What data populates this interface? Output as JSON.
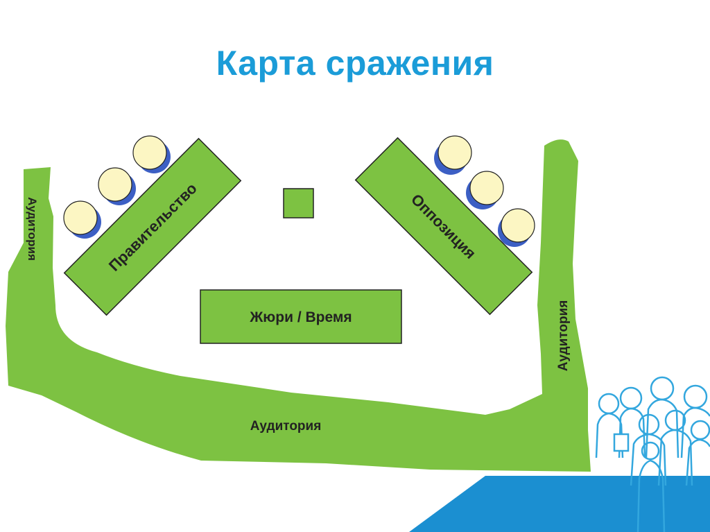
{
  "title": "Карта сражения",
  "labels": {
    "government": "Правительство",
    "opposition": "Оппозиция",
    "jury": "Жюри / Время",
    "audience_left": "Аудитория",
    "audience_right": "Аудитория",
    "audience_bottom": "Аудитория"
  },
  "colors": {
    "title": "#1b9cd8",
    "green": "#7dc242",
    "seat_fill": "#fcf6c3",
    "seat_shadow": "#3c5fc4",
    "footer_blue": "#1b8fd1"
  },
  "icons": {
    "seat": "round-seat-icon",
    "crowd": "audience-silhouette-icon"
  }
}
